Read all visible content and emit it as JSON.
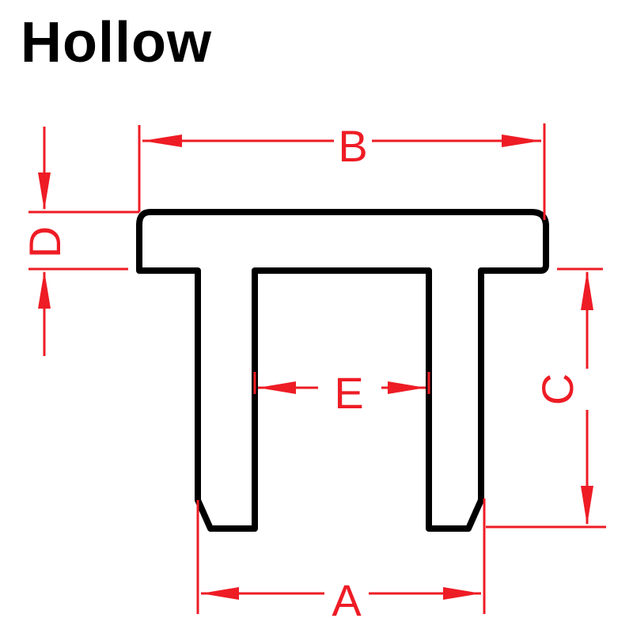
{
  "title": "Hollow",
  "colors": {
    "profile": "#000000",
    "dimension": "#ee1c25",
    "background": "#ffffff"
  },
  "dimensions": {
    "a": "A",
    "b": "B",
    "c": "C",
    "d": "D",
    "e": "E"
  }
}
